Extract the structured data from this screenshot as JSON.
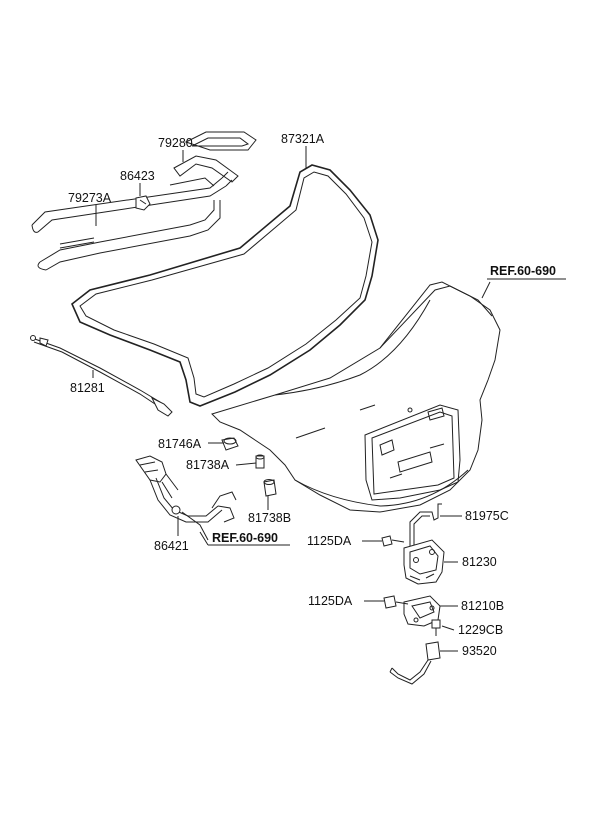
{
  "colors": {
    "ink": "#222222",
    "background": "#ffffff"
  },
  "labels": {
    "p79280": "79280",
    "p87321A": "87321A",
    "p86423": "86423",
    "p79273A": "79273A",
    "ref_top": "REF.60-690",
    "p81281": "81281",
    "p81746A": "81746A",
    "p81738A": "81738A",
    "p81738B": "81738B",
    "p86421": "86421",
    "ref_bottom": "REF.60-690",
    "p81975C": "81975C",
    "p1125DA_a": "1125DA",
    "p81230": "81230",
    "p1125DA_b": "1125DA",
    "p81210B": "81210B",
    "p1229CB": "1229CB",
    "p93520": "93520"
  }
}
